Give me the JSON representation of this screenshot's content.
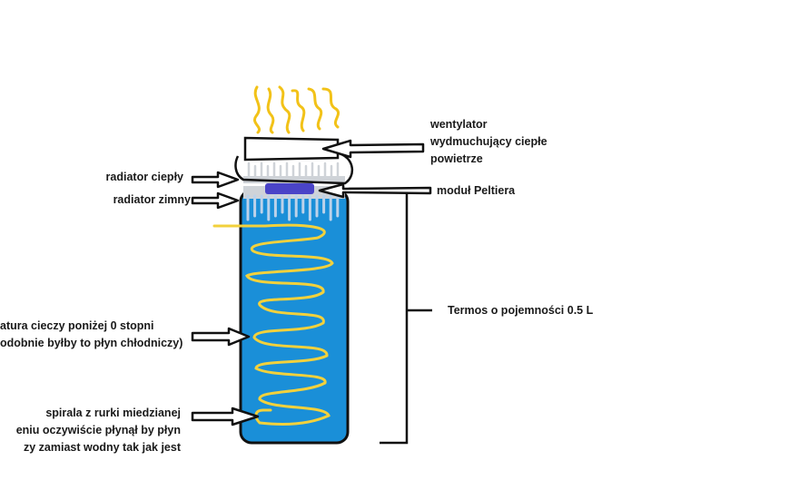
{
  "labels": {
    "fan": [
      "wentylator",
      "wydmuchujący ciepłe",
      "powietrze"
    ],
    "hot_radiator": "radiator ciepły",
    "cold_radiator": "radiator zimny",
    "peltier": "moduł Peltiera",
    "thermos": "Termos o pojemności 0.5 L",
    "liquid": [
      "atura cieczy poniżej 0 stopni",
      "odobnie byłby to płyn chłodniczy)"
    ],
    "spiral": [
      "spirala z rurki miedzianej",
      "eniu oczywiście płynął by płyn",
      "zy zamiast wodny tak jak jest"
    ]
  },
  "colors": {
    "thermos_fill": "#1a8fd8",
    "outline": "#111111",
    "spiral": "#f2d13c",
    "heat": "#f2c218",
    "peltier": "#4a44c8",
    "fins": "#cfd3d8",
    "fins_cold": "#bcd2ea"
  }
}
